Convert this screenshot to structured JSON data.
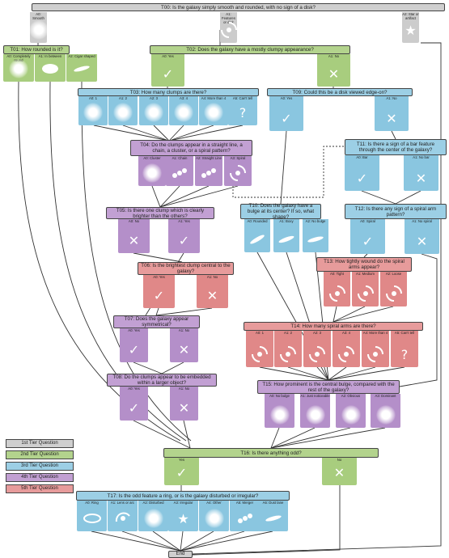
{
  "questions": {
    "t00": "T00: Is the galaxy simply smooth and rounded, with no sign of a disk?",
    "t01": "T01: How rounded is it?",
    "t02": "T02: Does the galaxy have a mostly clumpy appearance?",
    "t03": "T03: How many clumps are there?",
    "t04": "T04: Do the clumps appear in a straight line, a chain, a cluster, or a spiral pattern?",
    "t05": "T05: Is there one clump which is clearly brighter than the others?",
    "t06": "T06: Is the brightest clump central to the galaxy?",
    "t07": "T07: Does the galaxy appear symmetrical?",
    "t08": "T08: Do the clumps appear to be embedded within a larger object?",
    "t09": "T09: Could this be a disk viewed edge-on?",
    "t10": "T10: Does the galaxy have a bulge at its center? If so, what shape?",
    "t11": "T11: Is there a sign of a bar feature through the center of the galaxy?",
    "t12": "T12: Is there any sign of a spiral arm pattern?",
    "t13": "T13: How tightly wound do the spiral arms appear?",
    "t14": "T14: How many spiral arms are there?",
    "t15": "T15: How prominent is the central bulge, compared with the rest of the galaxy?",
    "t16": "T16: Is there anything odd?",
    "t17": "T17: Is the odd feature a ring, or is the galaxy disturbed or irregular?"
  },
  "answers": {
    "t00": [
      "A0: Smooth",
      "A1: Features or disk",
      "A2: Star or artifact"
    ],
    "t01": [
      "A0: Completely round",
      "A1: In between",
      "A2: Cigar shaped"
    ],
    "t02": [
      "A0: Yes",
      "A1: No"
    ],
    "t03": [
      "A0: 1",
      "A1: 2",
      "A2: 3",
      "A3: 4",
      "A4: More than 4",
      "A5: Can't tell"
    ],
    "t04": [
      "A0: Cluster",
      "A1: Chain",
      "A2: Straight Line",
      "A3: Spiral"
    ],
    "t05": [
      "A0: No",
      "A1: Yes"
    ],
    "t06": [
      "A0: Yes",
      "A1: No"
    ],
    "t07": [
      "A0: Yes",
      "A1: No"
    ],
    "t08": [
      "A0: Yes",
      "A1: No"
    ],
    "t09": [
      "A0: Yes",
      "A1: No"
    ],
    "t10": [
      "A0: Rounded",
      "A1: Boxy",
      "A2: No bulge"
    ],
    "t11": [
      "A0: Bar",
      "A1: No bar"
    ],
    "t12": [
      "A0: Spiral",
      "A1: No spiral"
    ],
    "t13": [
      "A0: Tight",
      "A1: Medium",
      "A2: Loose"
    ],
    "t14": [
      "A0: 1",
      "A1: 2",
      "A2: 3",
      "A3: 4",
      "A4: More than 4",
      "A5: Can't tell"
    ],
    "t15": [
      "A0: No bulge",
      "A1: Just noticeable",
      "A2: Obvious",
      "A3: Dominant"
    ],
    "t16": [
      "Yes",
      "No"
    ],
    "t17": [
      "A0: Ring",
      "A1: Lens or arc",
      "A2: Disturbed",
      "A3: Irregular",
      "A4: Other",
      "A5: Merger",
      "A6: Dust lane"
    ]
  },
  "legend": [
    "1st Tier Question",
    "2nd Tier Question",
    "3rd Tier Question",
    "4th Tier Question",
    "5th Tier Question"
  ],
  "end_label": "End",
  "colors": {
    "tier1": "#cfcfcf",
    "tier2": "#b3d38d",
    "tier3": "#9ccfe5",
    "tier4": "#c2a0d3",
    "tier5": "#e79b9b",
    "connector": "#333333"
  }
}
